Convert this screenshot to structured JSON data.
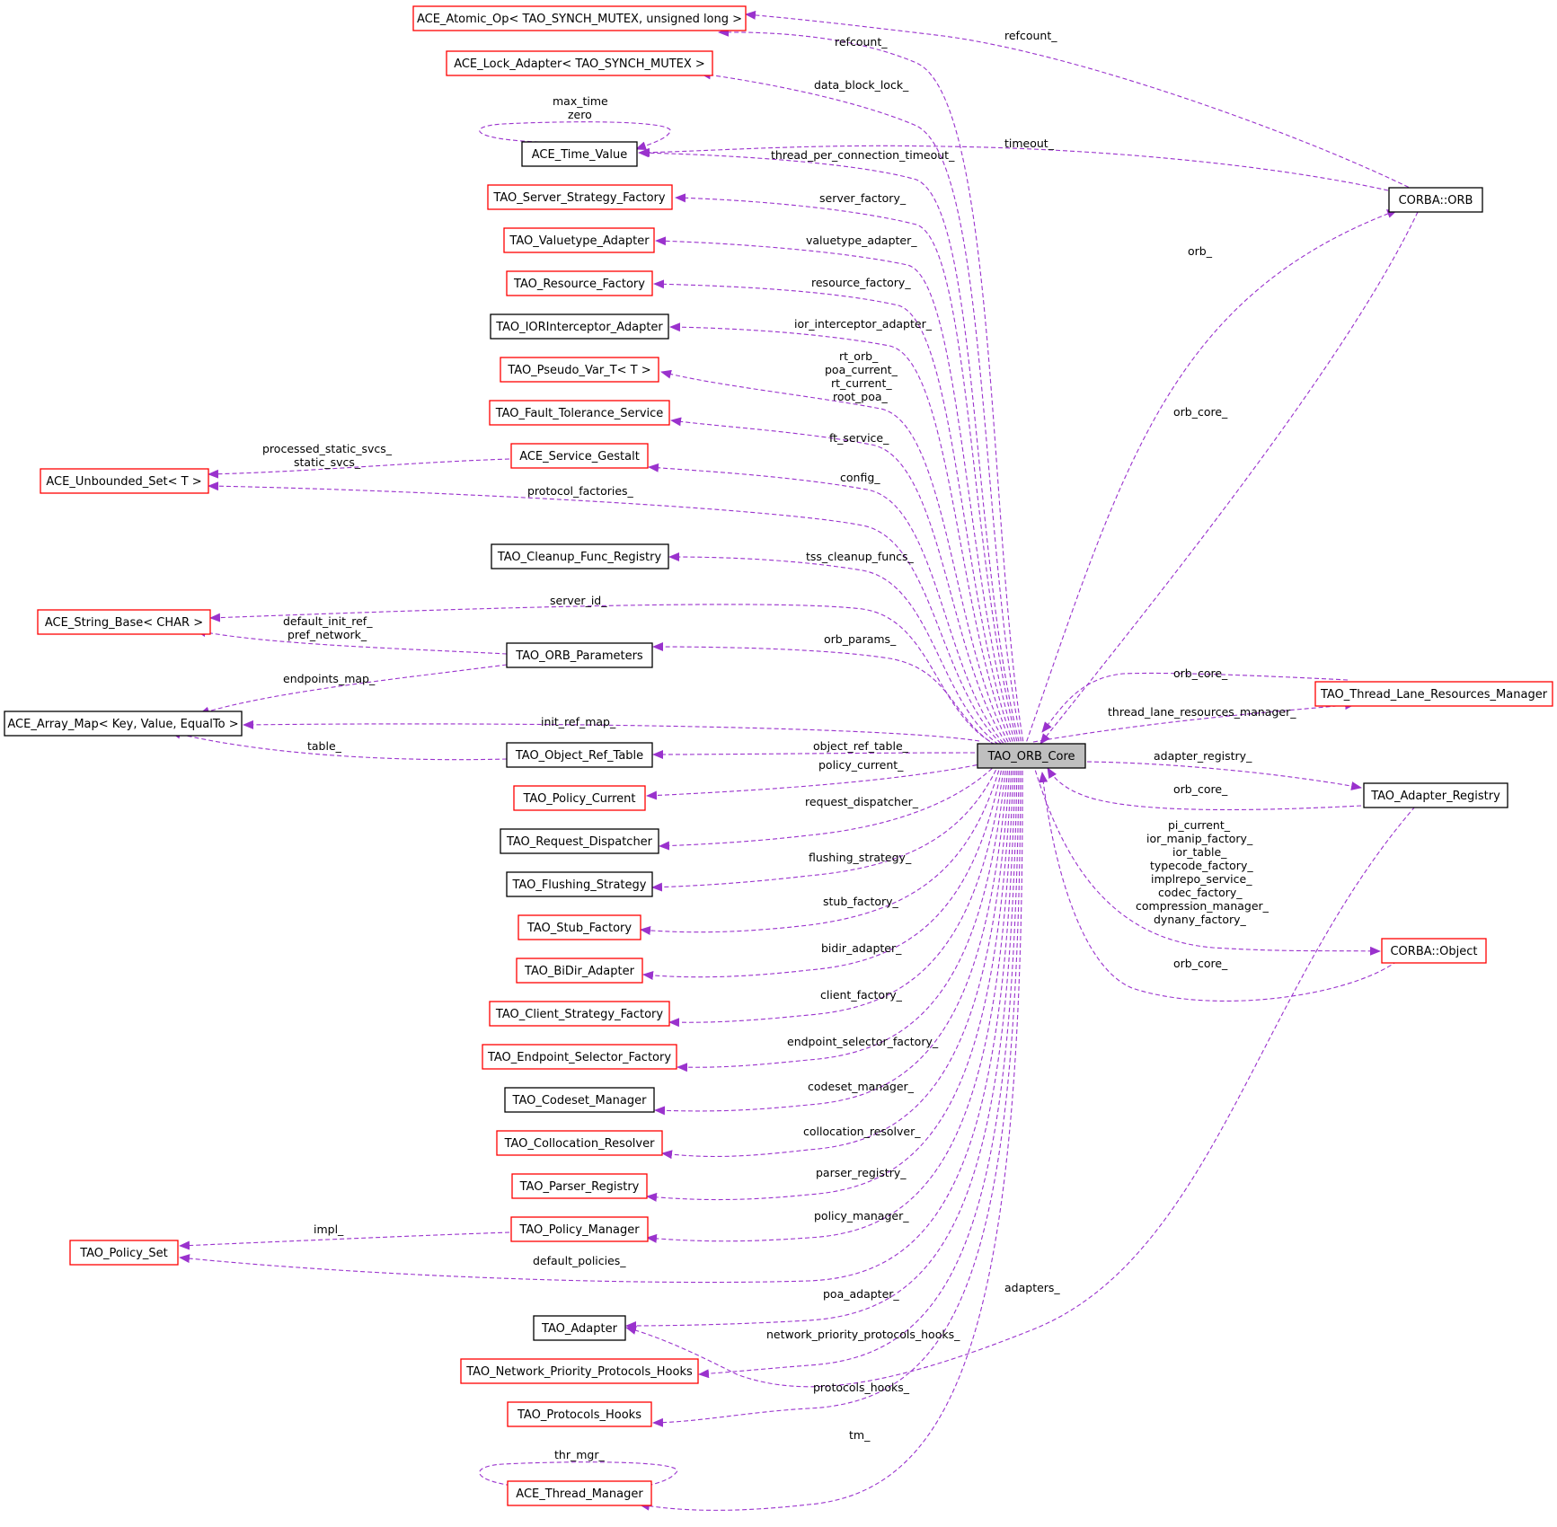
{
  "colors": {
    "edge": "#9a32cd",
    "border_incomplete": "#ff0000",
    "border_complete": "#000000",
    "focus_fill": "#bfbfbf",
    "background": "#ffffff"
  },
  "nodes": {
    "atomic_op": {
      "label": "ACE_Atomic_Op< TAO_SYNCH_MUTEX, unsigned long >",
      "border": "red"
    },
    "lock_adapter": {
      "label": "ACE_Lock_Adapter< TAO_SYNCH_MUTEX >",
      "border": "red"
    },
    "time_value": {
      "label": "ACE_Time_Value",
      "border": "black"
    },
    "server_strategy_factory": {
      "label": "TAO_Server_Strategy_Factory",
      "border": "red"
    },
    "valuetype_adapter": {
      "label": "TAO_Valuetype_Adapter",
      "border": "red"
    },
    "resource_factory": {
      "label": "TAO_Resource_Factory",
      "border": "red"
    },
    "iorinterceptor_adapter": {
      "label": "TAO_IORInterceptor_Adapter",
      "border": "black"
    },
    "pseudo_var": {
      "label": "TAO_Pseudo_Var_T< T >",
      "border": "red"
    },
    "fault_tolerance": {
      "label": "TAO_Fault_Tolerance_Service",
      "border": "red"
    },
    "service_gestalt": {
      "label": "ACE_Service_Gestalt",
      "border": "red"
    },
    "unbounded_set": {
      "label": "ACE_Unbounded_Set< T >",
      "border": "red"
    },
    "cleanup_func_registry": {
      "label": "TAO_Cleanup_Func_Registry",
      "border": "black"
    },
    "string_base": {
      "label": "ACE_String_Base< CHAR >",
      "border": "red"
    },
    "orb_parameters": {
      "label": "TAO_ORB_Parameters",
      "border": "black"
    },
    "array_map": {
      "label": "ACE_Array_Map< Key, Value, EqualTo >",
      "border": "black"
    },
    "object_ref_table": {
      "label": "TAO_Object_Ref_Table",
      "border": "black"
    },
    "policy_current": {
      "label": "TAO_Policy_Current",
      "border": "red"
    },
    "request_dispatcher": {
      "label": "TAO_Request_Dispatcher",
      "border": "black"
    },
    "flushing_strategy": {
      "label": "TAO_Flushing_Strategy",
      "border": "black"
    },
    "stub_factory": {
      "label": "TAO_Stub_Factory",
      "border": "red"
    },
    "bidir_adapter": {
      "label": "TAO_BiDir_Adapter",
      "border": "red"
    },
    "client_strategy_factory": {
      "label": "TAO_Client_Strategy_Factory",
      "border": "red"
    },
    "endpoint_selector_factory": {
      "label": "TAO_Endpoint_Selector_Factory",
      "border": "red"
    },
    "codeset_manager": {
      "label": "TAO_Codeset_Manager",
      "border": "black"
    },
    "collocation_resolver": {
      "label": "TAO_Collocation_Resolver",
      "border": "red"
    },
    "parser_registry": {
      "label": "TAO_Parser_Registry",
      "border": "red"
    },
    "policy_manager": {
      "label": "TAO_Policy_Manager",
      "border": "red"
    },
    "policy_set": {
      "label": "TAO_Policy_Set",
      "border": "red"
    },
    "tao_adapter": {
      "label": "TAO_Adapter",
      "border": "black"
    },
    "network_priority_hooks": {
      "label": "TAO_Network_Priority_Protocols_Hooks",
      "border": "red"
    },
    "protocols_hooks": {
      "label": "TAO_Protocols_Hooks",
      "border": "red"
    },
    "thread_manager": {
      "label": "ACE_Thread_Manager",
      "border": "red"
    },
    "orb_core": {
      "label": "TAO_ORB_Core",
      "border": "black"
    },
    "corba_orb": {
      "label": "CORBA::ORB",
      "border": "black"
    },
    "thread_lane_resources_manager": {
      "label": "TAO_Thread_Lane_Resources_Manager",
      "border": "red"
    },
    "adapter_registry": {
      "label": "TAO_Adapter_Registry",
      "border": "black"
    },
    "corba_object": {
      "label": "CORBA::Object",
      "border": "red"
    }
  },
  "edge_labels": {
    "refcount_a": "refcount_",
    "refcount_b": "refcount_",
    "data_block_lock": "data_block_lock_",
    "max_time_zero": [
      "max_time",
      "zero"
    ],
    "timeout": "timeout_",
    "thread_per_connection_timeout": "thread_per_connection_timeout_",
    "server_factory": "server_factory_",
    "valuetype_adapter": "valuetype_adapter_",
    "resource_factory": "resource_factory_",
    "ior_interceptor_adapter": "ior_interceptor_adapter_",
    "pseudo_vars": [
      "rt_orb_",
      "poa_current_",
      "rt_current_",
      "root_poa_"
    ],
    "ft_service": "ft_service_",
    "config": "config_",
    "processed_static": [
      "processed_static_svcs_",
      "static_svcs_"
    ],
    "protocol_factories": "protocol_factories_",
    "tss_cleanup_funcs": "tss_cleanup_funcs_",
    "server_id": "server_id_",
    "default_init_ref": [
      "default_init_ref_",
      "pref_network_"
    ],
    "orb_params": "orb_params_",
    "endpoints_map": "endpoints_map_",
    "init_ref_map": "init_ref_map_",
    "table": "table_",
    "object_ref_table": "object_ref_table_",
    "policy_current": "policy_current_",
    "request_dispatcher": "request_dispatcher_",
    "flushing_strategy": "flushing_strategy_",
    "stub_factory": "stub_factory_",
    "bidir_adapter": "bidir_adapter_",
    "client_factory": "client_factory_",
    "endpoint_selector_factory": "endpoint_selector_factory_",
    "codeset_manager": "codeset_manager_",
    "collocation_resolver": "collocation_resolver_",
    "parser_registry": "parser_registry_",
    "policy_manager": "policy_manager_",
    "impl": "impl_",
    "default_policies": "default_policies_",
    "poa_adapter": "poa_adapter_",
    "network_priority_protocols_hooks": "network_priority_protocols_hooks_",
    "protocols_hooks": "protocols_hooks_",
    "tm": "tm_",
    "thr_mgr": "thr_mgr_",
    "orb": "orb_",
    "orb_core_from_orb": "orb_core_",
    "orb_core_from_tlrm": "orb_core_",
    "thread_lane_resources_manager": "thread_lane_resources_manager_",
    "adapter_registry": "adapter_registry_",
    "orb_core_from_registry": "orb_core_",
    "object_members": [
      "pi_current_",
      "ior_manip_factory_",
      "ior_table_",
      "typecode_factory_",
      "implrepo_service_",
      "codec_factory_",
      "compression_manager_",
      "dynany_factory_"
    ],
    "orb_core_from_object": "orb_core_",
    "adapters": "adapters_"
  }
}
